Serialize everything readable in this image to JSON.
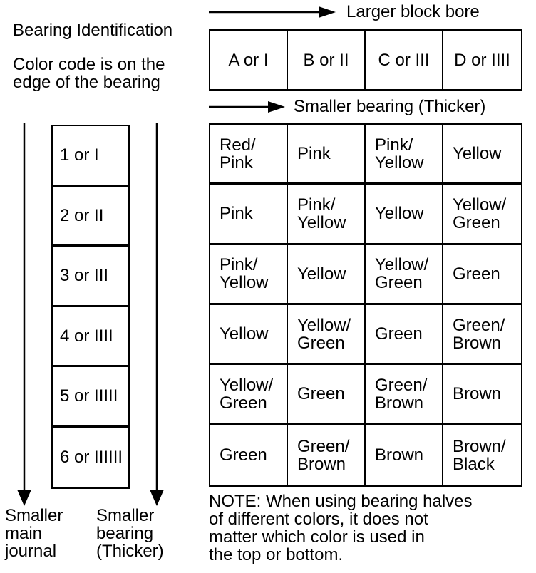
{
  "labels": {
    "title": "Bearing Identification",
    "subtitle": "Color code is on the\nedge of the bearing",
    "larger_block_bore": "Larger block bore",
    "smaller_bearing_col": "Smaller bearing (Thicker)",
    "smaller_main_journal": "Smaller\nmain\njournal",
    "smaller_bearing_row": "Smaller\nbearing\n(Thicker)",
    "note": "NOTE: When using bearing halves\nof different colors, it does not\nmatter which color is used in\nthe top or bottom."
  },
  "chart_data": {
    "type": "table",
    "title": "Bearing Identification",
    "column_axis_label": "Larger block bore",
    "column_sub_axis_label": "Smaller bearing (Thicker)",
    "row_axis_labels": [
      "Smaller main journal",
      "Smaller bearing (Thicker)"
    ],
    "column_headers": [
      "A or I",
      "B or II",
      "C or III",
      "D or IIII"
    ],
    "row_headers": [
      "1 or I",
      "2 or II",
      "3 or III",
      "4 or IIII",
      "5 or IIIII",
      "6 or IIIIII"
    ],
    "cells": [
      [
        "Red/\nPink",
        "Pink",
        "Pink/\nYellow",
        "Yellow"
      ],
      [
        "Pink",
        "Pink/\nYellow",
        "Yellow",
        "Yellow/\nGreen"
      ],
      [
        "Pink/\nYellow",
        "Yellow",
        "Yellow/\nGreen",
        "Green"
      ],
      [
        "Yellow",
        "Yellow/\nGreen",
        "Green",
        "Green/\nBrown"
      ],
      [
        "Yellow/\nGreen",
        "Green",
        "Green/\nBrown",
        "Brown"
      ],
      [
        "Green",
        "Green/\nBrown",
        "Brown",
        "Brown/\nBlack"
      ]
    ]
  },
  "colors": {
    "ink": "#000000",
    "paper": "#ffffff"
  }
}
